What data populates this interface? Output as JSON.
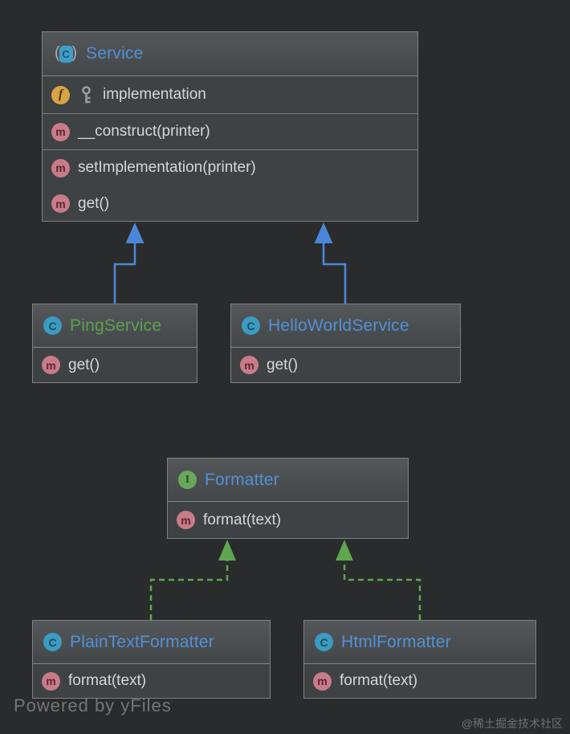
{
  "page": {
    "background": "#2a2b2c"
  },
  "colors": {
    "box_body": "#3f4244",
    "box_border": "#7e8183",
    "separator": "#7b7e81",
    "member_text": "#d5d7d9",
    "title_blue": "#5191d6",
    "title_green": "#5ca250",
    "inheritance_solid": "#4b87d8",
    "inheritance_dashed": "#5ea64f",
    "class_icon_bg": "#3b9bc1",
    "interface_icon_bg": "#68a85a",
    "field_icon_bg": "#d8a445",
    "method_icon_bg": "#c87b89",
    "key_icon": "#9b9ea0"
  },
  "icons": {
    "class_glyph": "C",
    "interface_glyph": "I",
    "field_glyph": "f",
    "method_glyph": "m",
    "paren_open": "(",
    "paren_close": ")"
  },
  "classes": [
    {
      "title": "Service",
      "kind": "abstract-class",
      "members": [
        {
          "icon": "field",
          "has_key": true,
          "label": "implementation"
        },
        {
          "icon": "method",
          "label": "__construct(printer)"
        },
        {
          "icon": "method",
          "label": "setImplementation(printer)"
        },
        {
          "icon": "method",
          "label": "get()"
        }
      ]
    },
    {
      "title": "PingService",
      "kind": "class",
      "members": [
        {
          "icon": "method",
          "label": "get()"
        }
      ]
    },
    {
      "title": "HelloWorldService",
      "kind": "class",
      "members": [
        {
          "icon": "method",
          "label": "get()"
        }
      ]
    },
    {
      "title": "Formatter",
      "kind": "interface",
      "members": [
        {
          "icon": "method",
          "label": "format(text)"
        }
      ]
    },
    {
      "title": "PlainTextFormatter",
      "kind": "class",
      "members": [
        {
          "icon": "method",
          "label": "format(text)"
        }
      ]
    },
    {
      "title": "HtmlFormatter",
      "kind": "class",
      "members": [
        {
          "icon": "method",
          "label": "format(text)"
        }
      ]
    }
  ],
  "relations": [
    {
      "from": "PingService",
      "to": "Service",
      "type": "extends",
      "style": "solid-blue"
    },
    {
      "from": "HelloWorldService",
      "to": "Service",
      "type": "extends",
      "style": "solid-blue"
    },
    {
      "from": "PlainTextFormatter",
      "to": "Formatter",
      "type": "implements",
      "style": "dashed-green"
    },
    {
      "from": "HtmlFormatter",
      "to": "Formatter",
      "type": "implements",
      "style": "dashed-green"
    }
  ],
  "watermarks": {
    "powered_by": "Powered by yFiles",
    "community": "@稀土掘金技术社区"
  }
}
